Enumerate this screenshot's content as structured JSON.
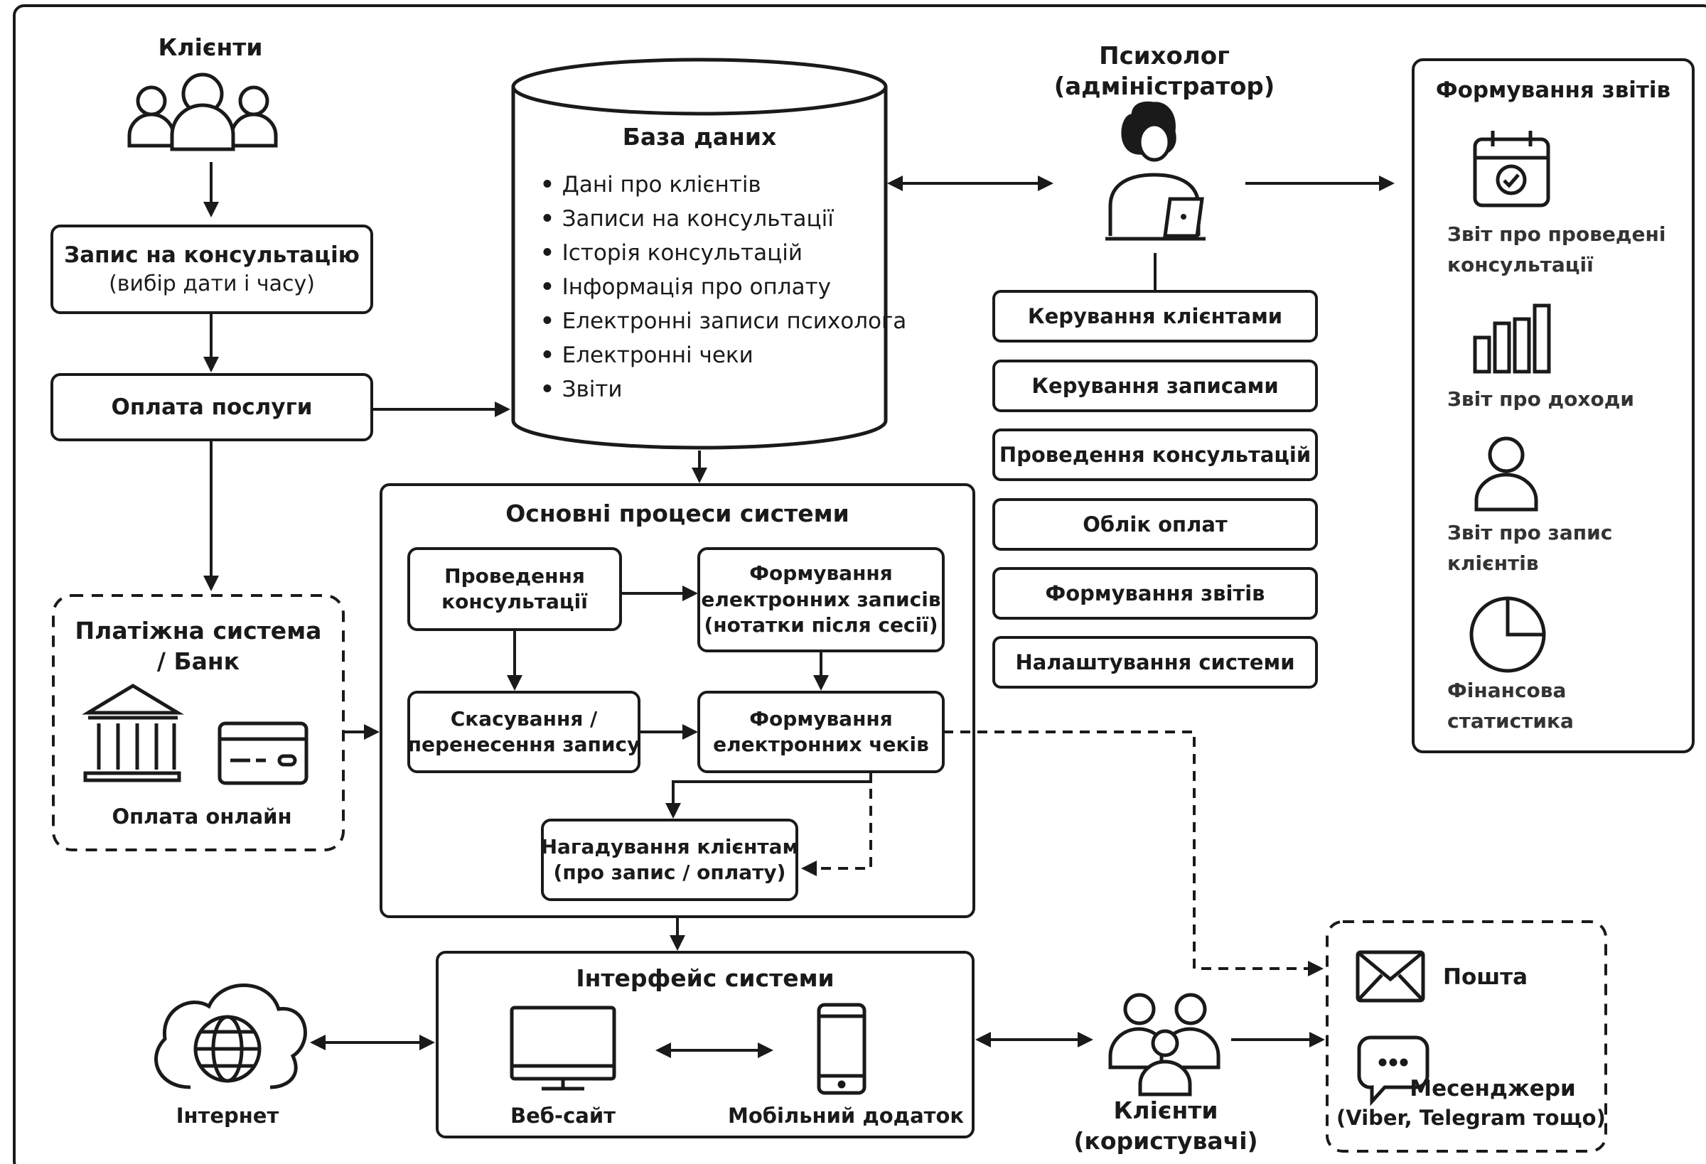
{
  "clients": {
    "title": "Клієнти"
  },
  "booking": {
    "line1": "Запис на консультацію",
    "line2": "(вибір дати і часу)"
  },
  "payment": {
    "label": "Оплата послуги"
  },
  "bank": {
    "line1": "Платіжна система",
    "line2": "/ Банк",
    "caption": "Оплата онлайн"
  },
  "database": {
    "title": "База даних",
    "items": [
      "Дані про клієнтів",
      "Записи на консультації",
      "Історія консультацій",
      "Інформація про оплату",
      "Електронні записи психолога",
      "Електронні чеки",
      "Звіти"
    ]
  },
  "psychologist": {
    "line1": "Психолог",
    "line2": "(адміністратор)"
  },
  "admin_menu": [
    "Керування клієнтами",
    "Керування записами",
    "Проведення консультацій",
    "Облік оплат",
    "Формування звітів",
    "Налаштування системи"
  ],
  "reports": {
    "title": "Формування звітів",
    "items": [
      {
        "line1": "Звіт про проведені",
        "line2": "консультації"
      },
      {
        "line1": "Звіт про доходи",
        "line2": ""
      },
      {
        "line1": "Звіт про запис",
        "line2": "клієнтів"
      },
      {
        "line1": "Фінансова",
        "line2": "статистика"
      }
    ]
  },
  "processes": {
    "title": "Основні процеси системи",
    "conduct": {
      "line1": "Проведення",
      "line2": "консультації"
    },
    "records": {
      "line1": "Формування",
      "line2": "електронних записів",
      "line3": "(нотатки після сесії)"
    },
    "cancel": {
      "line1": "Скасування /",
      "line2": "перенесення запису"
    },
    "receipts": {
      "line1": "Формування",
      "line2": "електронних чеків"
    },
    "reminders": {
      "line1": "Нагадування клієнтам",
      "line2": "(про запис / оплату)"
    }
  },
  "interface": {
    "title": "Інтерфейс системи",
    "website": "Веб-сайт",
    "mobile": "Мобільний додаток"
  },
  "internet": {
    "label": "Інтернет"
  },
  "users": {
    "line1": "Клієнти",
    "line2": "(користувачі)"
  },
  "notify": {
    "mail": "Пошта",
    "messenger_line1": "Месенджери",
    "messenger_line2": "(Viber, Telegram тощо)"
  },
  "colors": {
    "stroke": "#1a1a1a",
    "background": "#ffffff"
  }
}
